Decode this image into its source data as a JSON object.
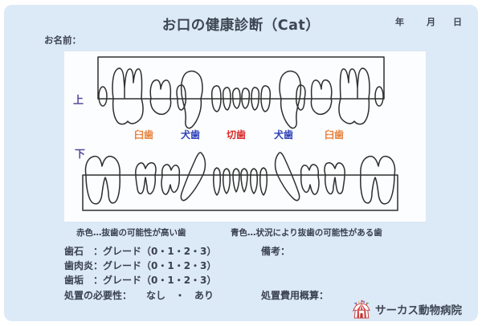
{
  "header": {
    "title": "お口の健康診断（Cat）",
    "date_units": [
      "年",
      "月",
      "日"
    ]
  },
  "name_label": "お名前：",
  "diagram": {
    "upper_jaw_label": "上",
    "lower_jaw_label": "下",
    "tooth_type_labels": [
      {
        "text": "臼歯",
        "color": "#e8823c"
      },
      {
        "text": "犬歯",
        "color": "#2b3eb8"
      },
      {
        "text": "切歯",
        "color": "#d92a2a"
      },
      {
        "text": "犬歯",
        "color": "#2b3eb8"
      },
      {
        "text": "臼歯",
        "color": "#e8823c"
      }
    ],
    "legend": {
      "red_note": "赤色…抜歯の可能性が高い歯",
      "blue_note": "青色…状況により抜歯の可能性がある歯"
    }
  },
  "assessment": {
    "rows": [
      "歯石　：グレード（0・1・2・3）",
      "歯肉炎：グレード（0・1・2・3）",
      "歯垢　：グレード（0・1・2・3）"
    ],
    "treatment_line": "処置の必要性：　　なし　・　あり",
    "remarks_label": "備考：",
    "cost_label": "処置費用概算："
  },
  "footer": {
    "clinic_name": "サーカス動物病院"
  },
  "colors": {
    "background": "#dce9f6",
    "panel": "#fcfdfe",
    "text": "#3a4150",
    "jaw_label": "#5b4a9c",
    "tooth_outline": "#2e2e2e"
  }
}
